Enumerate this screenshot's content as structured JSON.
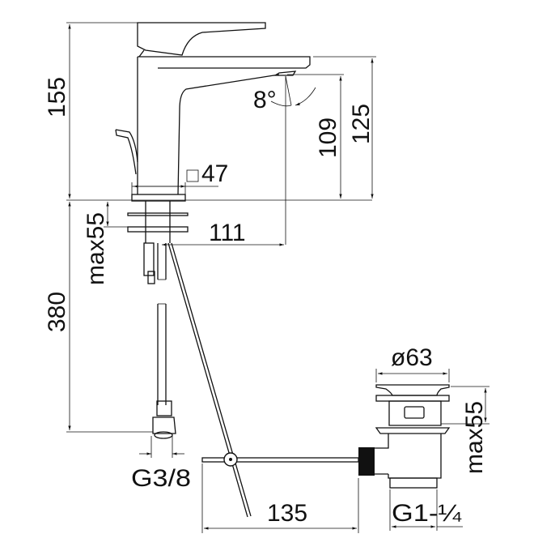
{
  "title": "Basin mixer with pop-up waste - technical drawing",
  "dimensions": {
    "total_height": "155",
    "spout_height": "125",
    "outlet_height": "109",
    "spout_angle": "8°",
    "body_square": "47",
    "body_square_symbol": "□",
    "spout_reach": "111",
    "max_deck_thickness": "max55",
    "hose_length": "380",
    "hose_connection": "G3/8",
    "waste_diameter": "ø63",
    "waste_max_thickness": "max55",
    "lift_rod_length": "135",
    "waste_thread": "G1-¼"
  },
  "colors": {
    "line": "#111111",
    "background": "#ffffff"
  }
}
